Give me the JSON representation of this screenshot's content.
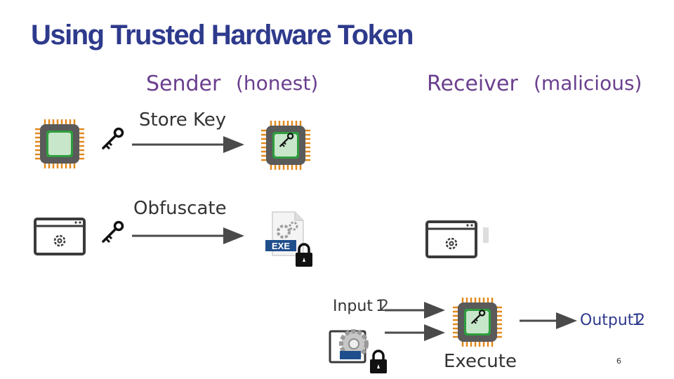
{
  "slide": {
    "title": "Using Trusted Hardware Token",
    "sender": {
      "name": "Sender",
      "qualifier": "(honest)"
    },
    "receiver": {
      "name": "Receiver",
      "qualifier": "(malicious)"
    },
    "steps": {
      "store_key": "Store Key",
      "obfuscate": "Obfuscate",
      "execute": "Execute"
    },
    "io": {
      "input_label": "Input",
      "input_numbers": [
        "1",
        "2"
      ],
      "output_label": "Output",
      "output_numbers": [
        "1",
        "2"
      ]
    },
    "exe_label": "EXE",
    "page_number": "6"
  },
  "colors": {
    "title": "#2e3a8c",
    "role": "#6b3f8e",
    "chip_body": "#5a5a5a",
    "chip_pins": "#e08a1e",
    "chip_core": "#c8e6c9",
    "chip_ring": "#2e9e3e"
  },
  "icons": [
    "chip-icon",
    "key-icon",
    "program-window-icon",
    "exe-file-icon",
    "lock-icon",
    "arrow-icon"
  ]
}
